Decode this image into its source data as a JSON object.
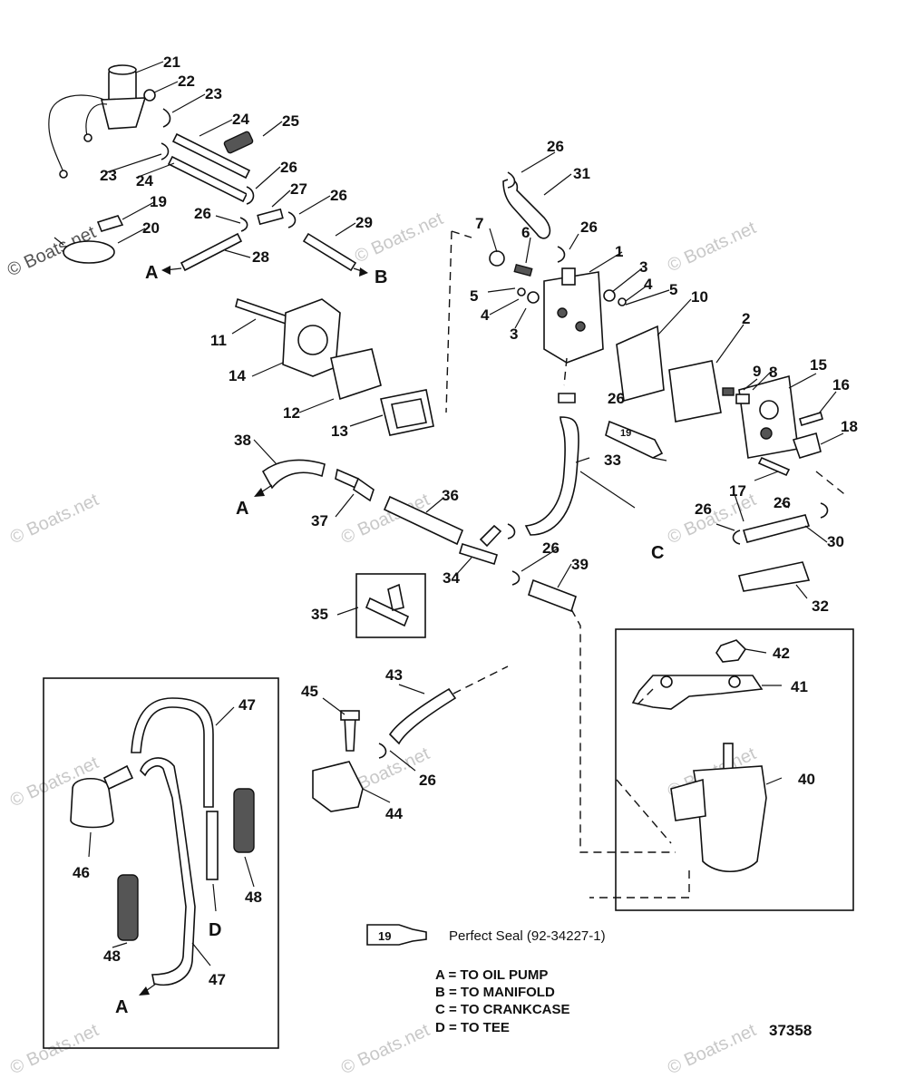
{
  "watermark": "© Boats.net",
  "callouts": {
    "c1": "1",
    "c2": "2",
    "c3a": "3",
    "c3b": "3",
    "c4a": "4",
    "c4b": "4",
    "c5a": "5",
    "c5b": "5",
    "c6": "6",
    "c7": "7",
    "c8": "8",
    "c9": "9",
    "c10": "10",
    "c11": "11",
    "c12": "12",
    "c13": "13",
    "c14": "14",
    "c15": "15",
    "c16": "16",
    "c17": "17",
    "c18": "18",
    "c19": "19",
    "c20": "20",
    "c21": "21",
    "c22": "22",
    "c23a": "23",
    "c23b": "23",
    "c24a": "24",
    "c24b": "24",
    "c25": "25",
    "c26a": "26",
    "c26b": "26",
    "c26c": "26",
    "c26d": "26",
    "c26e": "26",
    "c26f": "26",
    "c26g": "26",
    "c26h": "26",
    "c26i": "26",
    "c26j": "26",
    "c27": "27",
    "c28": "28",
    "c29": "29",
    "c30": "30",
    "c31": "31",
    "c32": "32",
    "c33": "33",
    "c34": "34",
    "c35": "35",
    "c36": "36",
    "c37": "37",
    "c38": "38",
    "c39": "39",
    "c40": "40",
    "c41": "41",
    "c42": "42",
    "c43": "43",
    "c44": "44",
    "c45": "45",
    "c46": "46",
    "c47a": "47",
    "c47b": "47",
    "c48a": "48",
    "c48b": "48"
  },
  "letters": {
    "a1": "A",
    "b1": "B",
    "a2": "A",
    "c1": "C",
    "d1": "D",
    "a3": "A"
  },
  "seal_label": "Perfect Seal (92-34227-1)",
  "seal_tube_number": "19",
  "tube_number_small": "19",
  "legend": [
    "A = TO OIL PUMP",
    "B = TO MANIFOLD",
    "C = TO CRANKCASE",
    "D = TO TEE"
  ],
  "diagram_number": "37358"
}
